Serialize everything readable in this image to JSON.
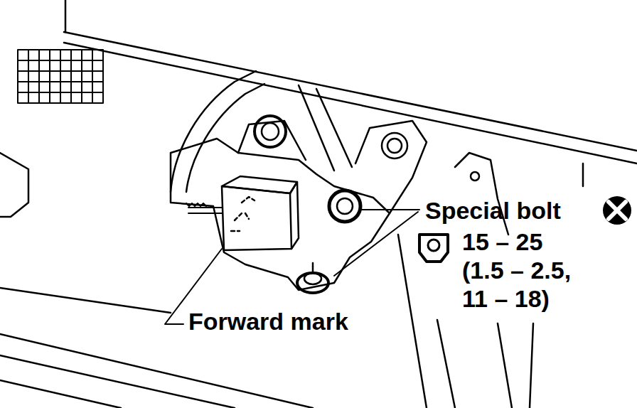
{
  "diagram": {
    "labels": [
      "Special bolt",
      "15 – 25 (1.5 – 2.5, 11 – 18)",
      "Forward mark"
    ]
  }
}
